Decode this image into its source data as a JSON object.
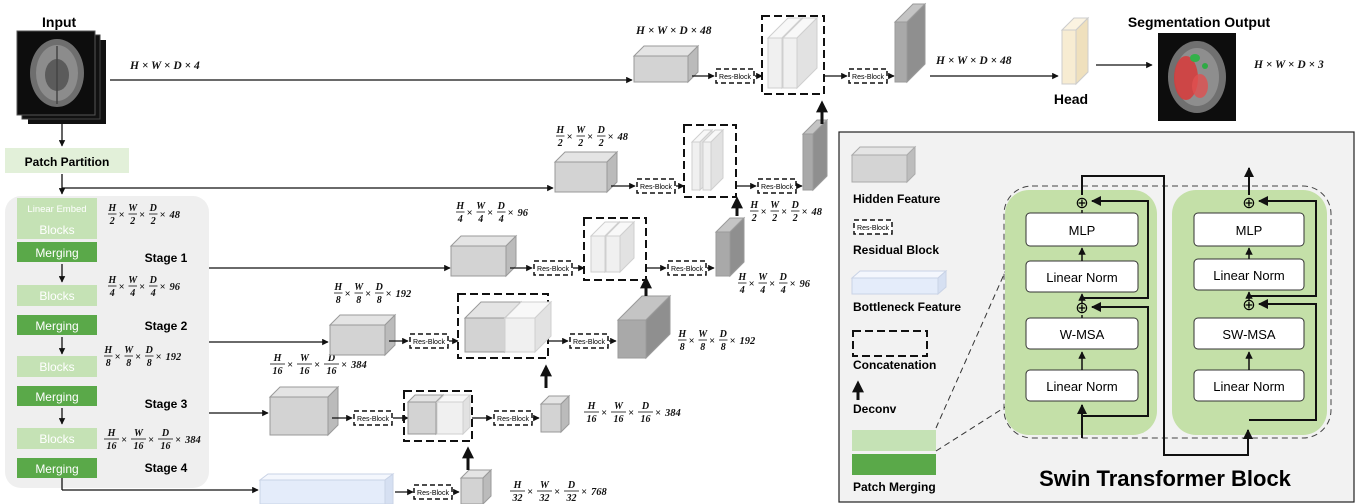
{
  "input_label": "Input",
  "output_label": "Segmentation Output",
  "head_label": "Head",
  "patch_partition": "Patch Partition",
  "encoder": {
    "linear_embed": "Linear Embed",
    "blocks": "Blocks",
    "merging": "Merging",
    "stages": [
      "Stage 1",
      "Stage 2",
      "Stage 3",
      "Stage 4"
    ]
  },
  "res_block": "Res-Block",
  "dims": {
    "input": [
      "H",
      "W",
      "D",
      "4"
    ],
    "output": [
      "H",
      "W",
      "D",
      "3"
    ],
    "full48": [
      "H",
      "W",
      "D",
      "48"
    ],
    "half48": [
      "H/2",
      "W/2",
      "D/2",
      "48"
    ],
    "quarter96": [
      "H/4",
      "W/4",
      "D/4",
      "96"
    ],
    "eighth192": [
      "H/8",
      "W/8",
      "D/8",
      "192"
    ],
    "sixteenth384": [
      "H/16",
      "W/16",
      "D/16",
      "384"
    ],
    "bottleneck768": [
      "H/32",
      "W/32",
      "D/32",
      "768"
    ]
  },
  "legend": {
    "hidden_feature": "Hidden Feature",
    "residual_block": "Residual Block",
    "bottleneck_feature": "Bottleneck Feature",
    "concatenation": "Concatenation",
    "deconv": "Deconv",
    "patch_merging": "Patch Merging"
  },
  "swin": {
    "title": "Swin Transformer Block",
    "mlp": "MLP",
    "linear_norm": "Linear Norm",
    "wmsa": "W-MSA",
    "swmsa": "SW-MSA",
    "plus": "⊕"
  },
  "colors": {
    "green_dark": "#5aa949",
    "green_light": "#c5e2b5",
    "green_panel": "#c4e0a8",
    "gray_box": "#cfcfcf",
    "bottleneck": "#e4ecfa",
    "head": "#f7ecd2",
    "legend_bg": "#f2f2f2"
  }
}
